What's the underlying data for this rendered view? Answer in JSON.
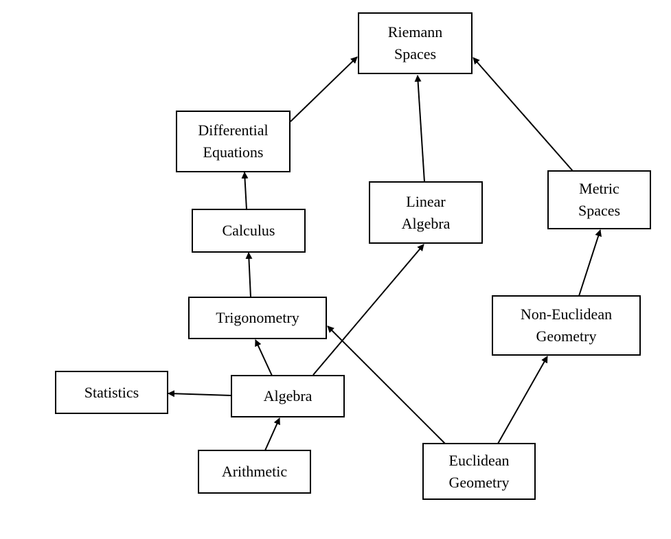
{
  "diagram": {
    "type": "directed-graph",
    "colors": {
      "stroke": "#000000",
      "background": "#ffffff",
      "text": "#000000"
    },
    "nodes": {
      "riemann": {
        "lines": [
          "Riemann",
          "Spaces"
        ]
      },
      "differential": {
        "lines": [
          "Differential",
          "Equations"
        ]
      },
      "calculus": {
        "lines": [
          "Calculus"
        ]
      },
      "linear_algebra": {
        "lines": [
          "Linear",
          "Algebra"
        ]
      },
      "metric": {
        "lines": [
          "Metric",
          "Spaces"
        ]
      },
      "non_euclidean": {
        "lines": [
          "Non-Euclidean",
          "Geometry"
        ]
      },
      "trigonometry": {
        "lines": [
          "Trigonometry"
        ]
      },
      "statistics": {
        "lines": [
          "Statistics"
        ]
      },
      "algebra": {
        "lines": [
          "Algebra"
        ]
      },
      "arithmetic": {
        "lines": [
          "Arithmetic"
        ]
      },
      "euclidean": {
        "lines": [
          "Euclidean",
          "Geometry"
        ]
      }
    },
    "edges": [
      {
        "from": "differential",
        "to": "riemann"
      },
      {
        "from": "linear_algebra",
        "to": "riemann"
      },
      {
        "from": "metric",
        "to": "riemann"
      },
      {
        "from": "calculus",
        "to": "differential"
      },
      {
        "from": "trigonometry",
        "to": "calculus"
      },
      {
        "from": "algebra",
        "to": "trigonometry"
      },
      {
        "from": "algebra",
        "to": "linear_algebra"
      },
      {
        "from": "algebra",
        "to": "statistics"
      },
      {
        "from": "arithmetic",
        "to": "algebra"
      },
      {
        "from": "euclidean",
        "to": "trigonometry"
      },
      {
        "from": "euclidean",
        "to": "non_euclidean"
      },
      {
        "from": "non_euclidean",
        "to": "metric"
      }
    ]
  }
}
